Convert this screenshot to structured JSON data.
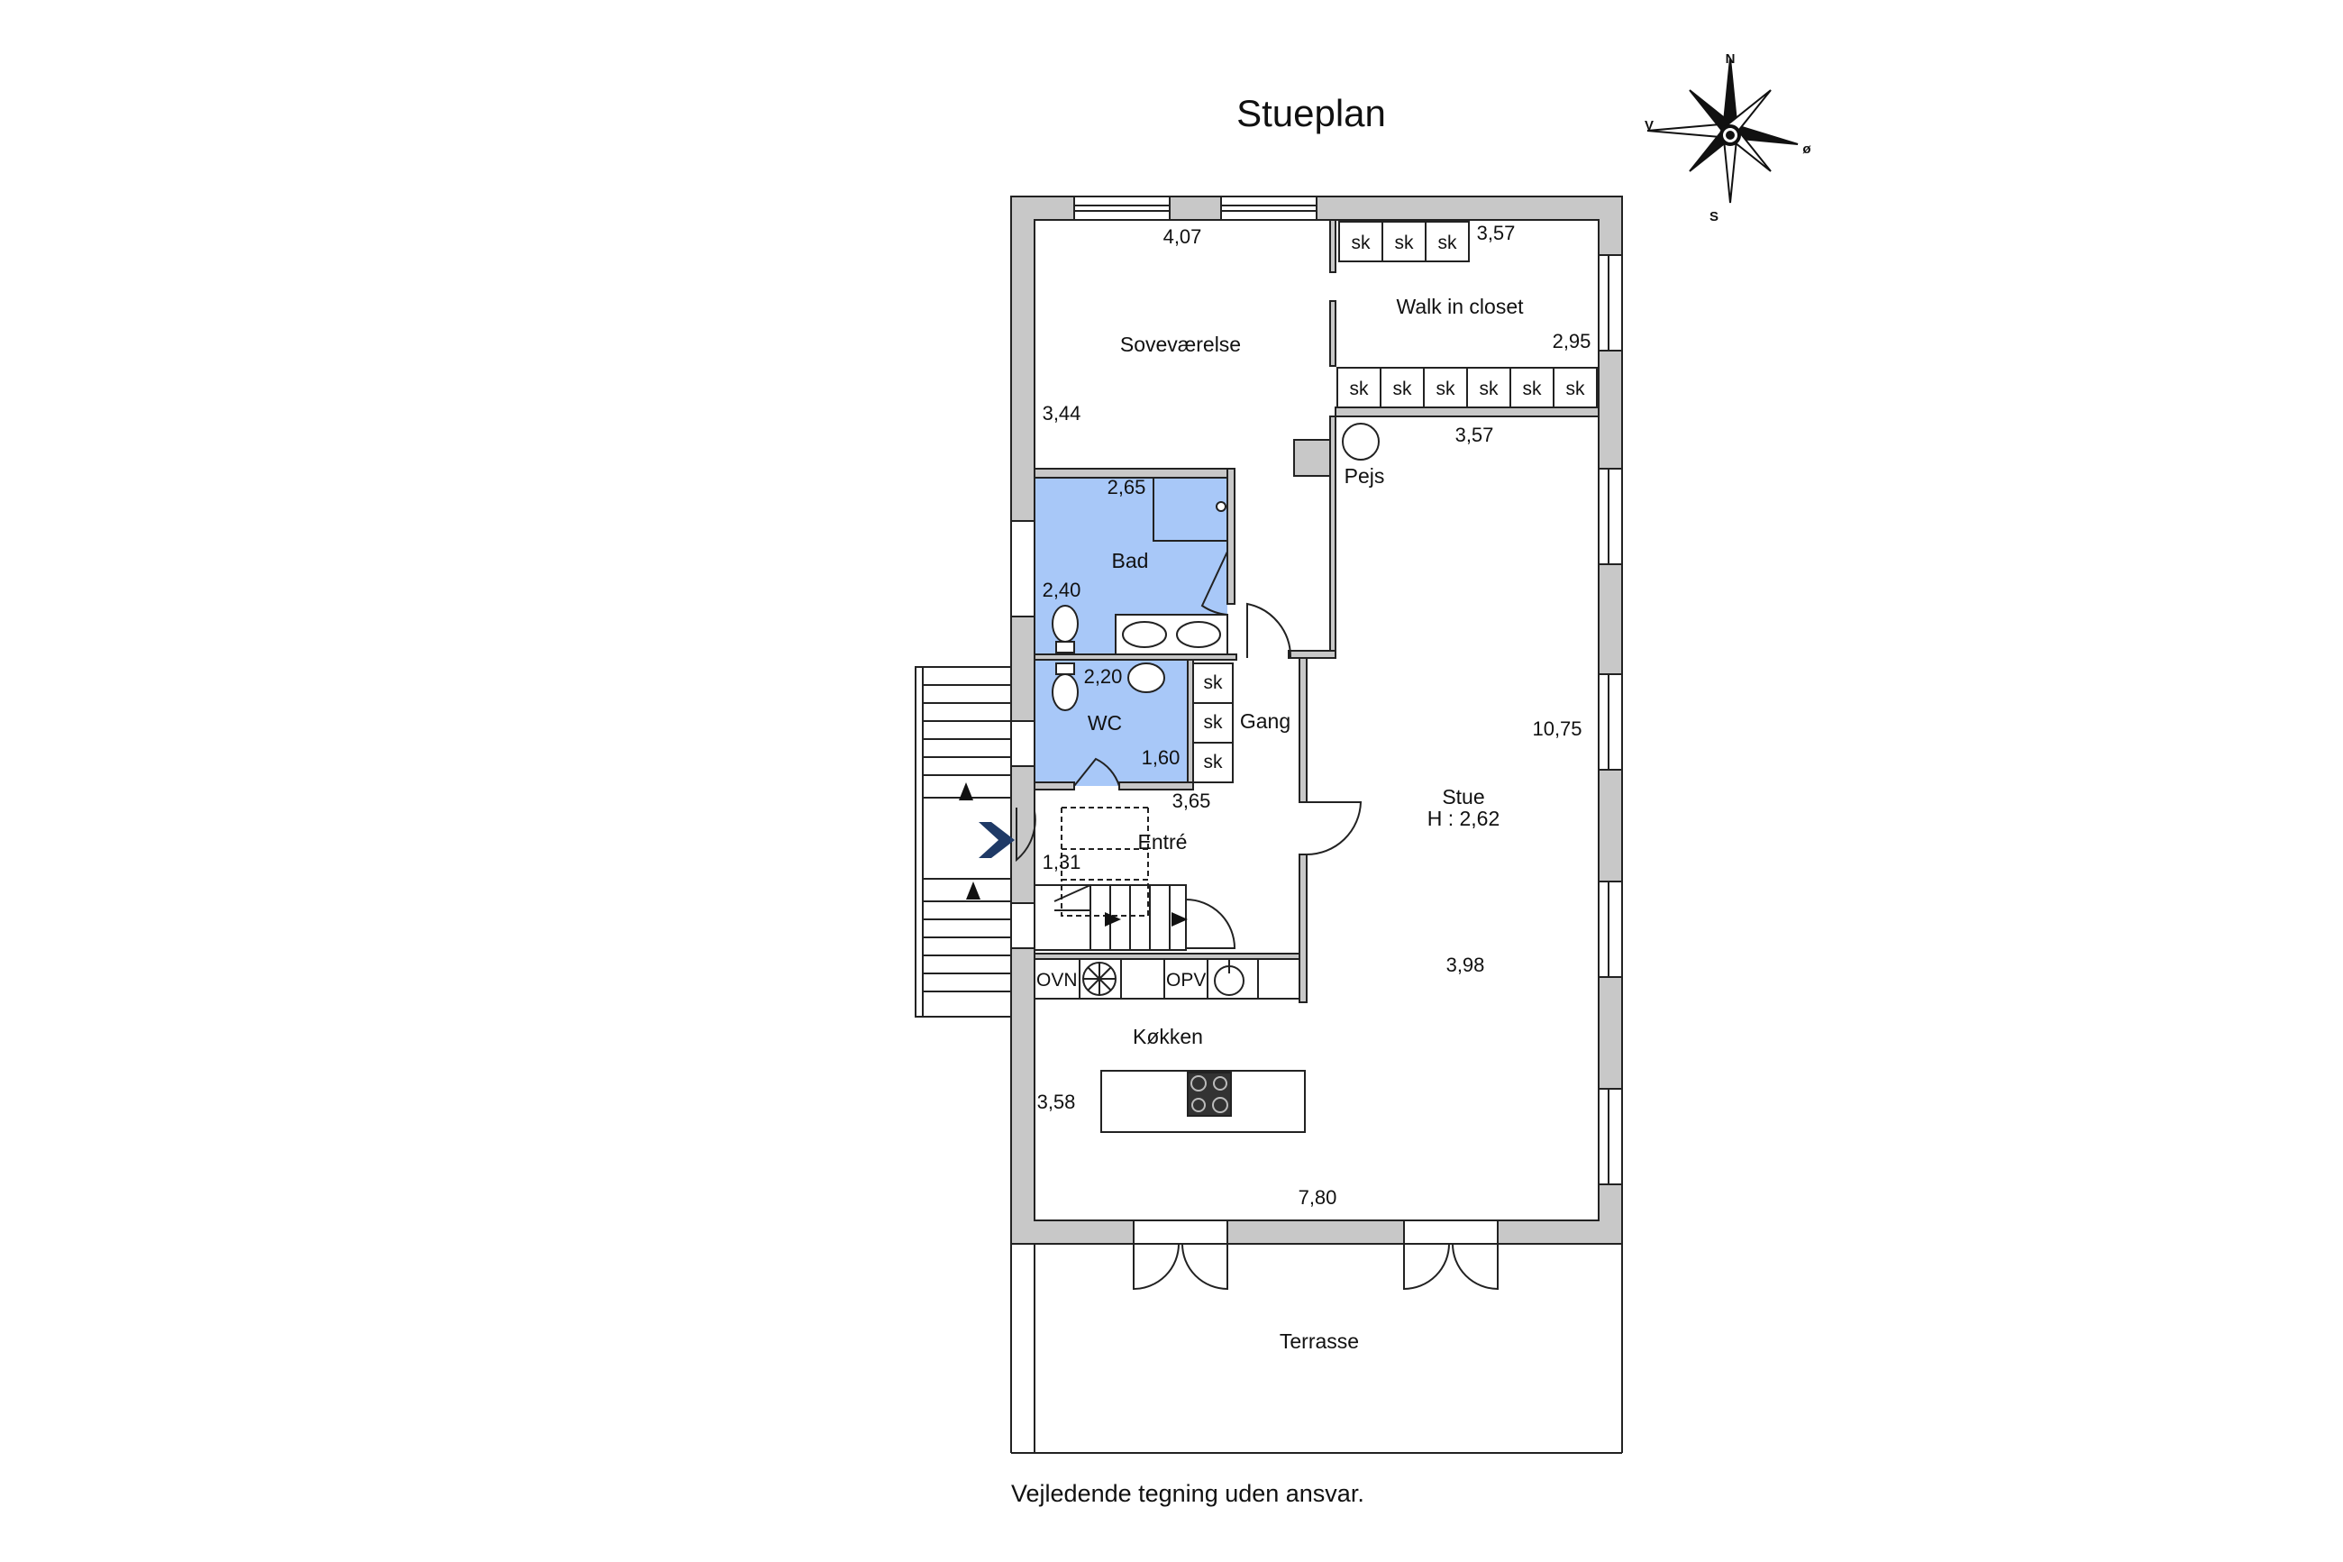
{
  "title": "Stueplan",
  "disclaimer": "Vejledende tegning uden ansvar.",
  "compass": {
    "n": "N",
    "s": "S",
    "v": "V",
    "o": "ø"
  },
  "colors": {
    "wall": "#c8c8c8",
    "wet_room": "#a8c8f8",
    "entry_arrow": "#1f3a66",
    "line": "#222222"
  },
  "rooms": {
    "sovevaerelse": "Soveværelse",
    "walk_in_closet": "Walk in closet",
    "bad": "Bad",
    "wc": "WC",
    "gang": "Gang",
    "entre": "Entré",
    "stue": "Stue",
    "stue_height": "H : 2,62",
    "koekken": "Køkken",
    "terrasse": "Terrasse",
    "pejs": "Pejs"
  },
  "appliances": {
    "ovn": "OVN",
    "opv": "OPV",
    "sk": "sk"
  },
  "dimensions": {
    "sove_width": "4,07",
    "sove_depth": "3,44",
    "closet_width_top": "3,57",
    "closet_depth": "2,95",
    "stue_top_width": "3,57",
    "bad_width": "2,65",
    "bad_depth": "2,40",
    "wc_width": "2,20",
    "wc_depth": "1,60",
    "entre_width": "3,65",
    "entre_depth": "1,31",
    "stue_length": "10,75",
    "stue_width": "3,98",
    "koekken_depth": "3,58",
    "koekken_width": "7,80"
  }
}
